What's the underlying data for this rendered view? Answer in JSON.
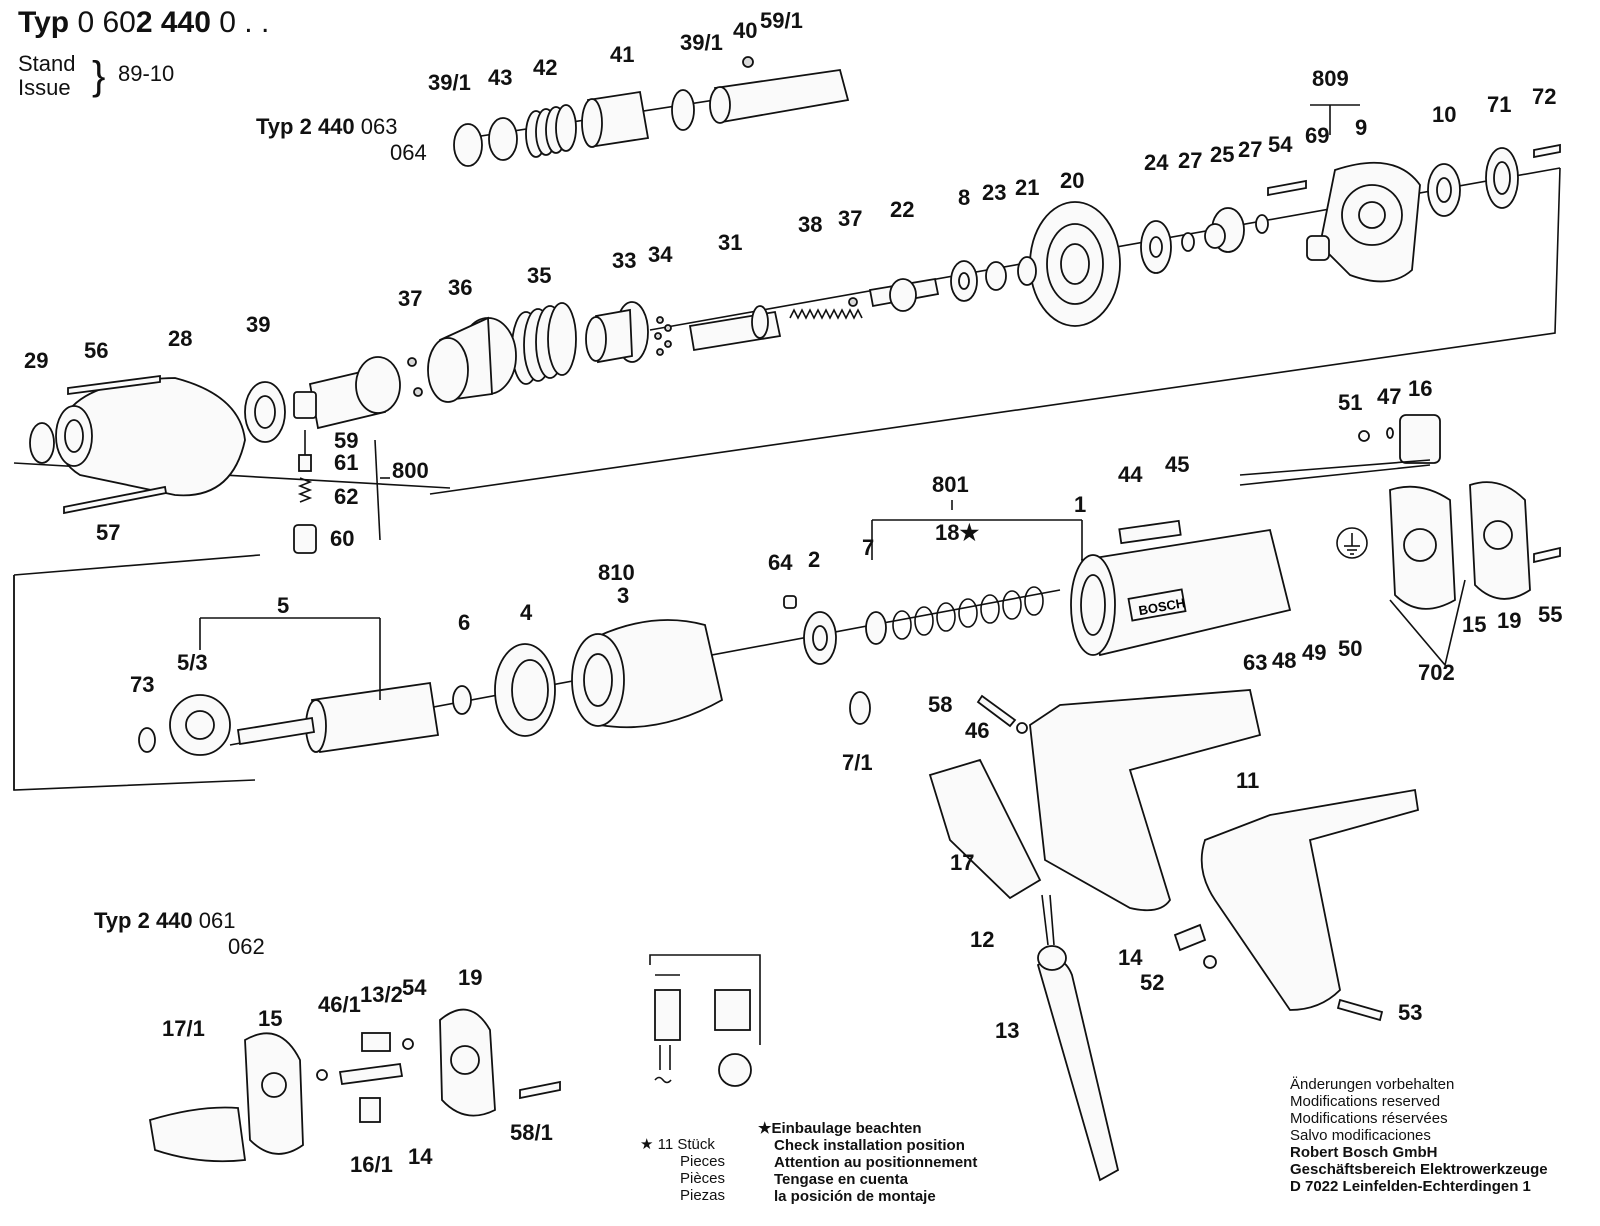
{
  "header": {
    "typ_prefix": "Typ",
    "typ_part1": "0 60",
    "typ_part2": "2 440",
    "typ_part3": "0 . .",
    "stand": "Stand",
    "issue": "Issue",
    "date": "89-10"
  },
  "sub_types": {
    "top": {
      "prefix": "Typ 2 440",
      "v1": "063",
      "v2": "064"
    },
    "bottom": {
      "prefix": "Typ 2 440",
      "v1": "061",
      "v2": "062"
    }
  },
  "note_pieces": {
    "star_count": "★ 11",
    "lines": [
      "Stück",
      "Pieces",
      "Pièces",
      "Piezas"
    ]
  },
  "note_install": {
    "star": "★",
    "lines": [
      "Einbaulage beachten",
      "Check installation position",
      "Attention au positionnement",
      "Tengase en cuenta",
      "la posición de montaje"
    ]
  },
  "note_mod": {
    "lines": [
      "Änderungen vorbehalten",
      "Modifications reserved",
      "Modifications réservées",
      "Salvo modificaciones"
    ],
    "company": [
      "Robert Bosch GmbH",
      "Geschäftsbereich Elektrowerkzeuge",
      "D 7022 Leinfelden-Echterdingen 1"
    ]
  },
  "brand_logo": "BOSCH",
  "part_labels": [
    "40",
    "59/1",
    "39/1",
    "43",
    "42",
    "41",
    "39/1",
    "809",
    "72",
    "71",
    "10",
    "9",
    "69",
    "54",
    "27",
    "25",
    "27",
    "24",
    "20",
    "21",
    "23",
    "8",
    "22",
    "37",
    "38",
    "31",
    "34",
    "33",
    "35",
    "36",
    "37",
    "39",
    "28",
    "56",
    "29",
    "59",
    "61",
    "800",
    "62",
    "60",
    "57",
    "16",
    "47",
    "51",
    "801",
    "44",
    "45",
    "1",
    "18★",
    "7",
    "810",
    "3",
    "64",
    "2",
    "5",
    "4",
    "6",
    "5/3",
    "73",
    "7/1",
    "58",
    "46",
    "48",
    "49",
    "50",
    "63",
    "15",
    "19",
    "55",
    "702",
    "11",
    "17",
    "12",
    "14",
    "52",
    "53",
    "13",
    "17/1",
    "15",
    "46/1",
    "13/2",
    "54",
    "19",
    "58/1",
    "14",
    "16/1"
  ],
  "colors": {
    "ink": "#111111",
    "paper": "#ffffff"
  }
}
